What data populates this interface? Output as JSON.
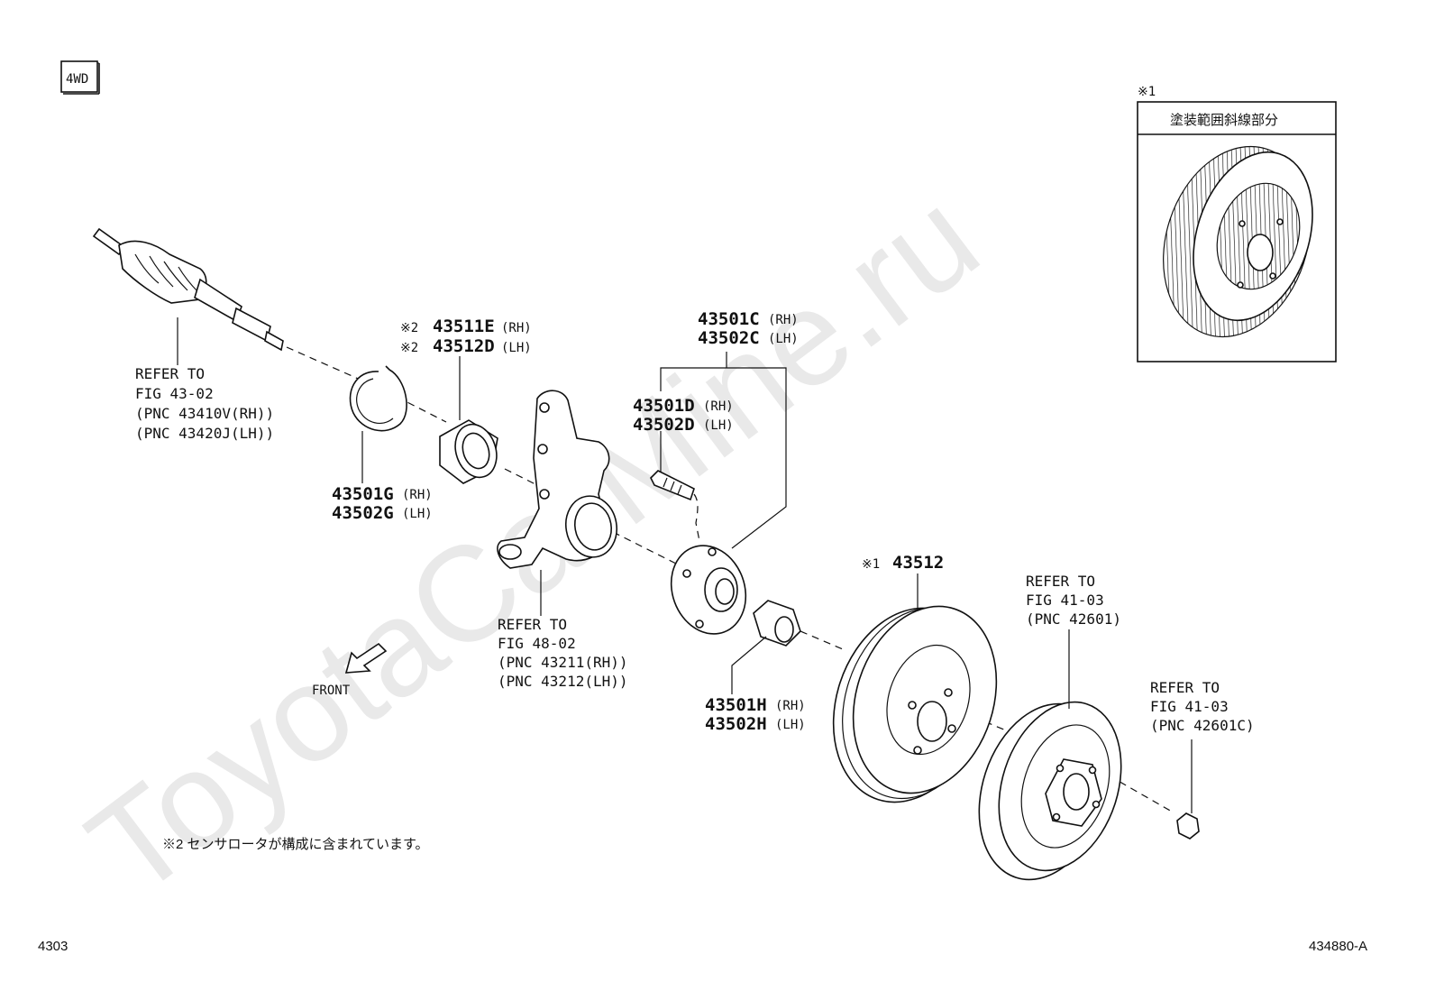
{
  "header": {
    "variant_badge": "4WD"
  },
  "watermark": "ToyotaCarMine.ru",
  "inset": {
    "marker": "※1",
    "title": "塗装範囲斜線部分"
  },
  "callouts": {
    "driveshaft_ref": [
      "REFER TO",
      "FIG 43-02",
      "(PNC 43410V(RH))",
      "(PNC 43420J(LH))"
    ],
    "snap_ring": [
      "43501G",
      "(RH)",
      "43502G",
      "(LH)"
    ],
    "bearing": [
      "※2",
      "43511E",
      "(RH)",
      "※2",
      "43512D",
      "(LH)"
    ],
    "hub": [
      "43501C",
      "(RH)",
      "43502C",
      "(LH)"
    ],
    "hub_bolt": [
      "43501D",
      "(RH)",
      "43502D",
      "(LH)"
    ],
    "knuckle_ref": [
      "REFER TO",
      "FIG 48-02",
      "(PNC 43211(RH))",
      "(PNC 43212(LH))"
    ],
    "hub_nut": [
      "43501H",
      "(RH)",
      "43502H",
      "(LH)"
    ],
    "disc": [
      "※1",
      "43512"
    ],
    "wheel_ref": [
      "REFER TO",
      "FIG 41-03",
      "(PNC 42601)"
    ],
    "lug_nut_ref": [
      "REFER TO",
      "FIG 41-03",
      "(PNC 42601C)"
    ]
  },
  "front_label": "FRONT",
  "footnote": "※2 センサロータが構成に含まれています。",
  "footer": {
    "page_number": "4303",
    "figure_id": "434880-A"
  }
}
